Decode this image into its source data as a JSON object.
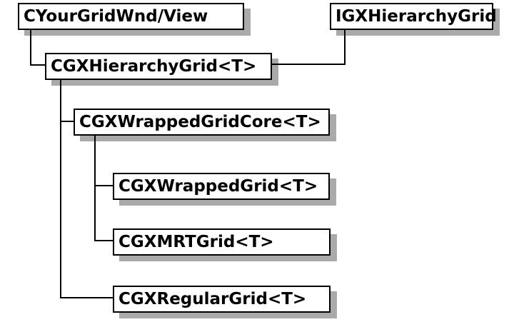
{
  "diagram": {
    "type": "class-hierarchy",
    "nodes": [
      {
        "id": "CYourGridWnd/View",
        "label": "CYourGridWnd/View"
      },
      {
        "id": "IGXHierarchyGrid",
        "label": "IGXHierarchyGrid"
      },
      {
        "id": "CGXHierarchyGrid<T>",
        "label": "CGXHierarchyGrid<T>"
      },
      {
        "id": "CGXWrappedGridCore<T>",
        "label": "CGXWrappedGridCore<T>"
      },
      {
        "id": "CGXWrappedGrid<T>",
        "label": "CGXWrappedGrid<T>"
      },
      {
        "id": "CGXMRTGrid<T>",
        "label": "CGXMRTGrid<T>"
      },
      {
        "id": "CGXRegularGrid<T>",
        "label": "CGXRegularGrid<T>"
      }
    ],
    "edges": [
      {
        "from": "CYourGridWnd/View",
        "to": "CGXHierarchyGrid<T>"
      },
      {
        "from": "IGXHierarchyGrid",
        "to": "CGXHierarchyGrid<T>"
      },
      {
        "from": "CGXHierarchyGrid<T>",
        "to": "CGXWrappedGridCore<T>"
      },
      {
        "from": "CGXHierarchyGrid<T>",
        "to": "CGXRegularGrid<T>"
      },
      {
        "from": "CGXWrappedGridCore<T>",
        "to": "CGXWrappedGrid<T>"
      },
      {
        "from": "CGXWrappedGridCore<T>",
        "to": "CGXMRTGrid<T>"
      }
    ],
    "colors": {
      "background": "#ffffff",
      "box_fill": "#ffffff",
      "box_border": "#000000",
      "box_shadow": "#aaaaaa",
      "line": "#000000",
      "text": "#000000"
    }
  }
}
